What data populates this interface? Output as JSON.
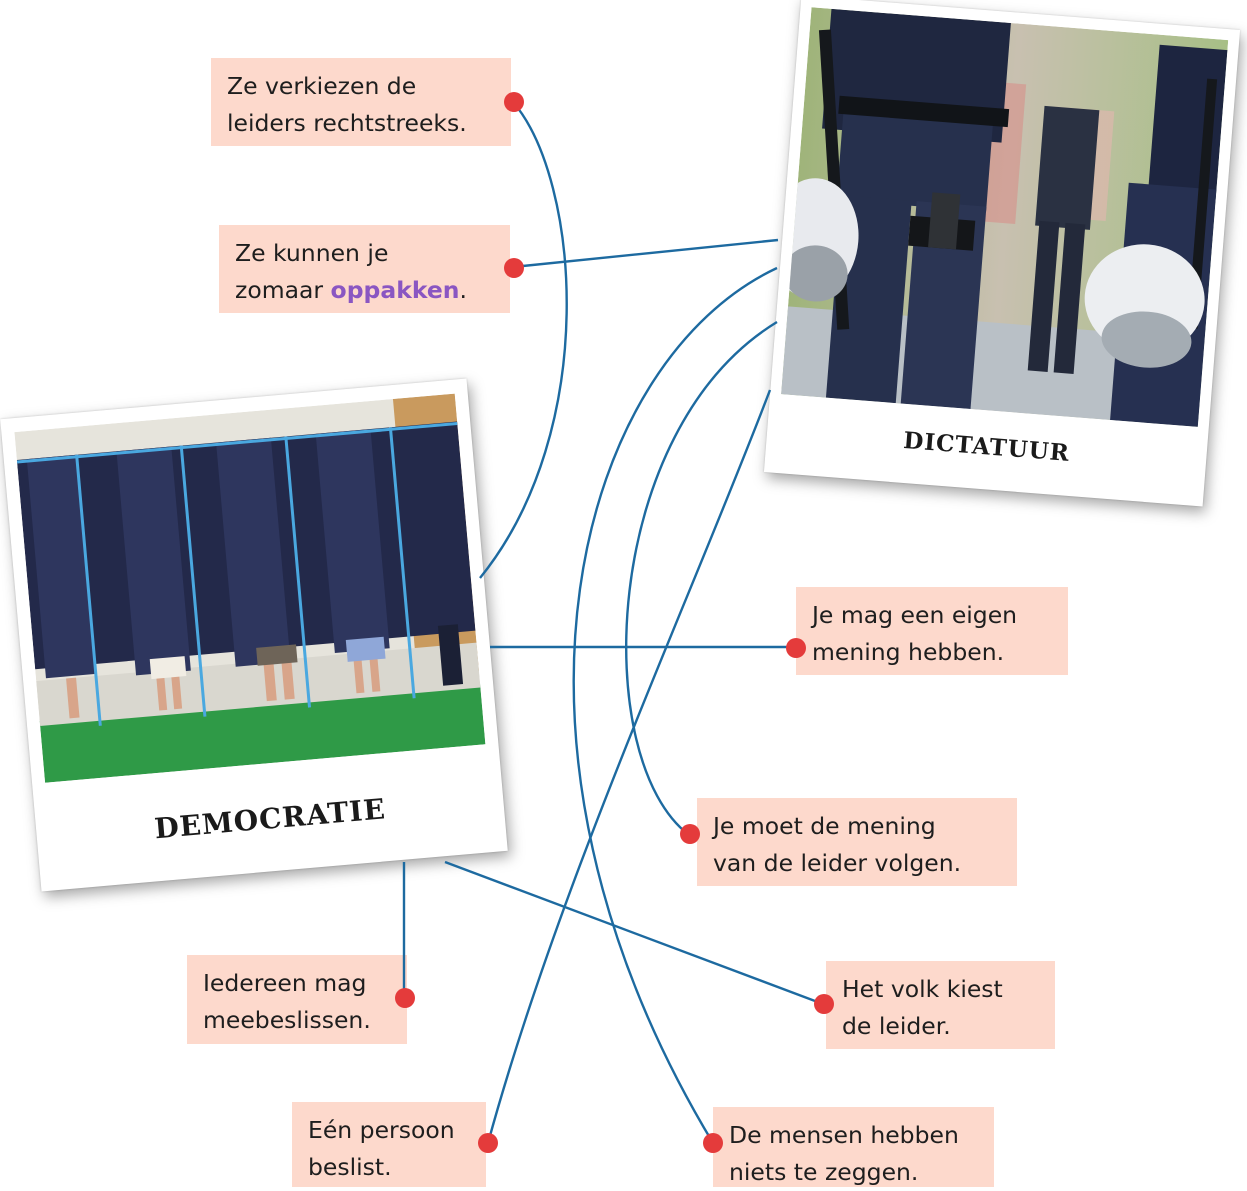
{
  "photos": {
    "dictatorship_caption": "DICTATUUR",
    "democracy_caption": "DEMOCRATIE"
  },
  "statements": {
    "s1": {
      "line1": "Ze verkiezen de",
      "line2": "leiders rechtstreeks."
    },
    "s2": {
      "line1": "Ze kunnen je",
      "line2_pre": "zomaar ",
      "line2_highlight": "oppakken",
      "line2_post": "."
    },
    "s3": {
      "line1": "Je mag een eigen",
      "line2": "mening hebben."
    },
    "s4": {
      "line1": "Je moet de mening",
      "line2": "van de leider volgen."
    },
    "s5": {
      "line1": "Iedereen mag",
      "line2": "meebeslissen."
    },
    "s6": {
      "line1": "Het volk kiest",
      "line2": "de leider."
    },
    "s7": {
      "line1": "Eén persoon",
      "line2": "beslist."
    },
    "s8": {
      "line1": "De mensen hebben",
      "line2": "niets te zeggen."
    }
  },
  "colors": {
    "card_fill": "#fdd9cc",
    "connector_line": "#1d6aa0",
    "endpoint_dot": "#e43b3b",
    "highlight_word": "#8a56c2"
  }
}
